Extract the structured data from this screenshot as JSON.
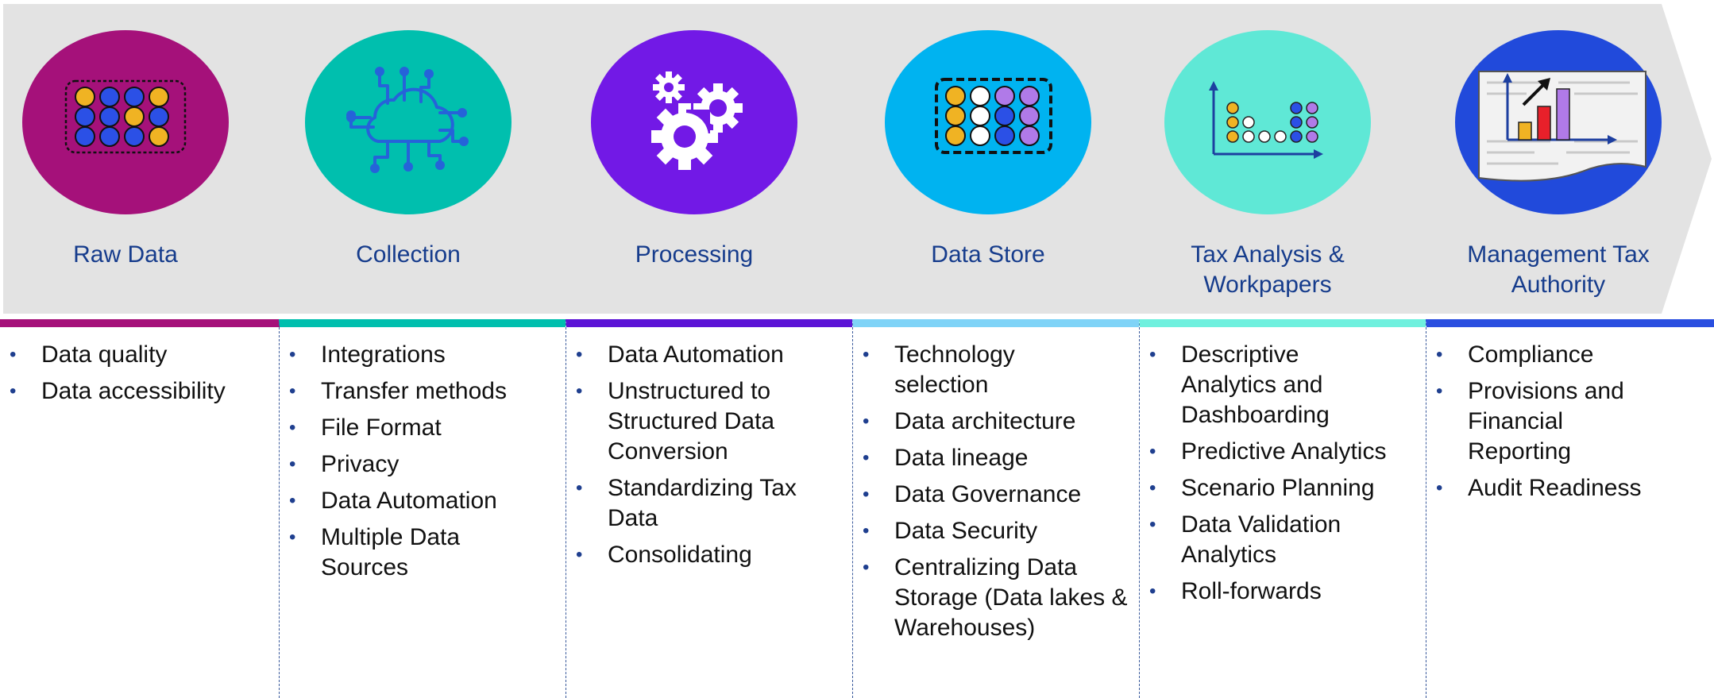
{
  "colors": {
    "banner": "#e3e3e3",
    "label": "#163c8c",
    "raw_data": "#a5117a",
    "collection": "#00bfae",
    "processing": "#7219e6",
    "data_store": "#00b3f0",
    "tax_analysis": "#5fe8d6",
    "management": "#214adb"
  },
  "stages": [
    {
      "id": "raw-data",
      "label": "Raw Data",
      "icon": "data-grid-icon",
      "color": "#a5117a",
      "bar_color": "#a5117a",
      "items": [
        "Data quality",
        "Data accessibility"
      ]
    },
    {
      "id": "collection",
      "label": "Collection",
      "icon": "cloud-network-icon",
      "color": "#00bfae",
      "bar_color": "#00bfae",
      "items": [
        "Integrations",
        "Transfer methods",
        "File Format",
        "Privacy",
        "Data Automation",
        "Multiple Data Sources"
      ]
    },
    {
      "id": "processing",
      "label": "Processing",
      "icon": "gears-icon",
      "color": "#7219e6",
      "bar_color": "#5b13d6",
      "items": [
        "Data Automation",
        "Unstructured to Structured Data Conversion",
        "Standardizing Tax Data",
        "Consolidating"
      ]
    },
    {
      "id": "data-store",
      "label": "Data Store",
      "icon": "data-grid-icon",
      "color": "#00b3f0",
      "bar_color": "#7fd3f7",
      "items": [
        "Technology selection",
        "Data architecture",
        "Data lineage",
        "Data Governance",
        "Data Security",
        "Centralizing Data Storage (Data lakes & Warehouses)"
      ]
    },
    {
      "id": "tax-analysis",
      "label": "Tax Analysis & Workpapers",
      "icon": "dot-chart-icon",
      "color": "#5fe8d6",
      "bar_color": "#6ff0de",
      "items": [
        "Descriptive Analytics and Dashboarding",
        "Predictive Analytics",
        "Scenario Planning",
        "Data Validation Analytics",
        "Roll-forwards"
      ]
    },
    {
      "id": "management",
      "label": "Management Tax Authority",
      "icon": "report-chart-icon",
      "color": "#214adb",
      "bar_color": "#2a4fe0",
      "items": [
        "Compliance",
        "Provisions and Financial Reporting",
        "Audit Readiness"
      ]
    }
  ]
}
